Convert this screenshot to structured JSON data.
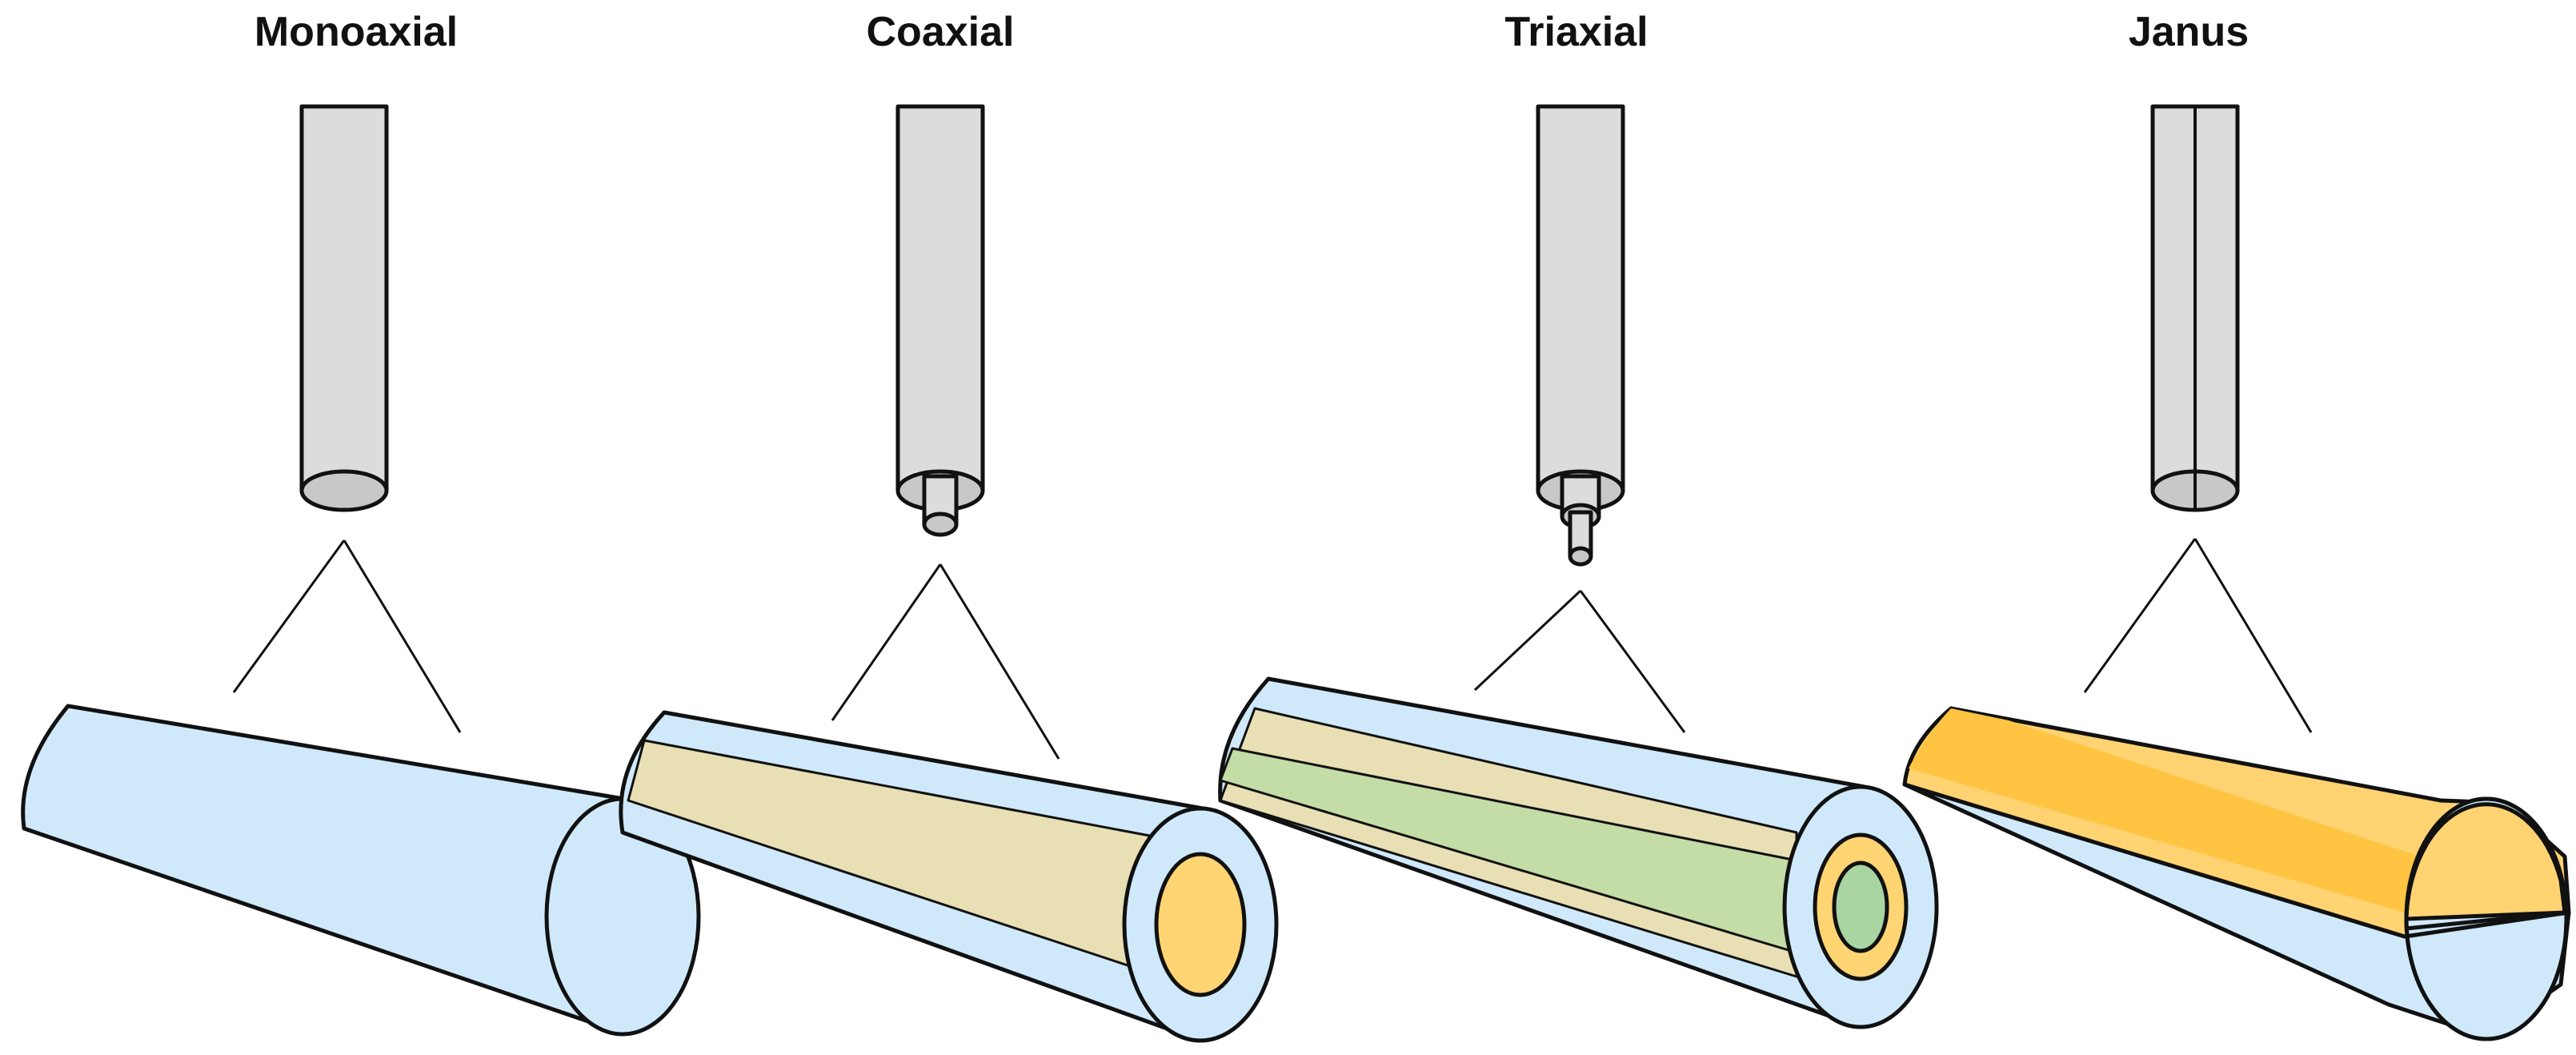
{
  "figure": {
    "panels": [
      {
        "id": "monoaxial",
        "label": "Monoaxial"
      },
      {
        "id": "coaxial",
        "label": "Coaxial"
      },
      {
        "id": "triaxial",
        "label": "Triaxial"
      },
      {
        "id": "janus",
        "label": "Janus"
      }
    ]
  },
  "colors": {
    "needle_fill": "#dcdcdc",
    "needle_tip": "#c8c8c8",
    "outline": "#111111",
    "outer_sheath": "#cfe9fb",
    "middle_layer": "#e8dfb4",
    "inner_core": "#c4dca6",
    "core_face": "#ffd472",
    "inner_core_face": "#a8d5a2",
    "janus_top": "#ffd372",
    "janus_top_dark": "#ffc441",
    "janus_bottom": "#cfe9fb"
  }
}
